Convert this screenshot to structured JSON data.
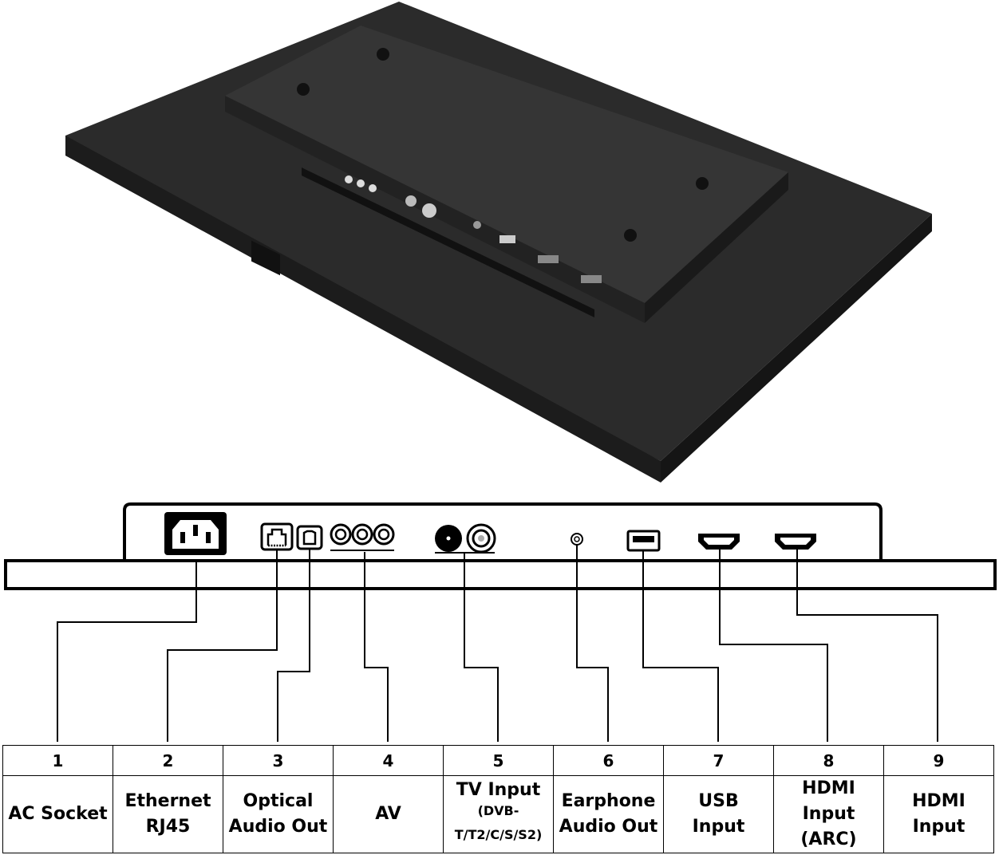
{
  "ports": [
    {
      "number": "1",
      "label": "AC Socket"
    },
    {
      "number": "2",
      "label": "Ethernet\nRJ45"
    },
    {
      "number": "3",
      "label": "Optical\nAudio Out"
    },
    {
      "number": "4",
      "label": "AV"
    },
    {
      "number": "5",
      "label": "TV Input",
      "sublabel": "(DVB-\nT/T2/C/S/S2)"
    },
    {
      "number": "6",
      "label": "Earphone\nAudio Out"
    },
    {
      "number": "7",
      "label": "USB\nInput"
    },
    {
      "number": "8",
      "label": "HDMI Input\n(ARC)"
    },
    {
      "number": "9",
      "label": "HDMI\nInput"
    }
  ],
  "colors": {
    "panel": "#2a2a2a",
    "panel_side": "#1b1b1b",
    "box": "#333333",
    "line": "#000000"
  }
}
